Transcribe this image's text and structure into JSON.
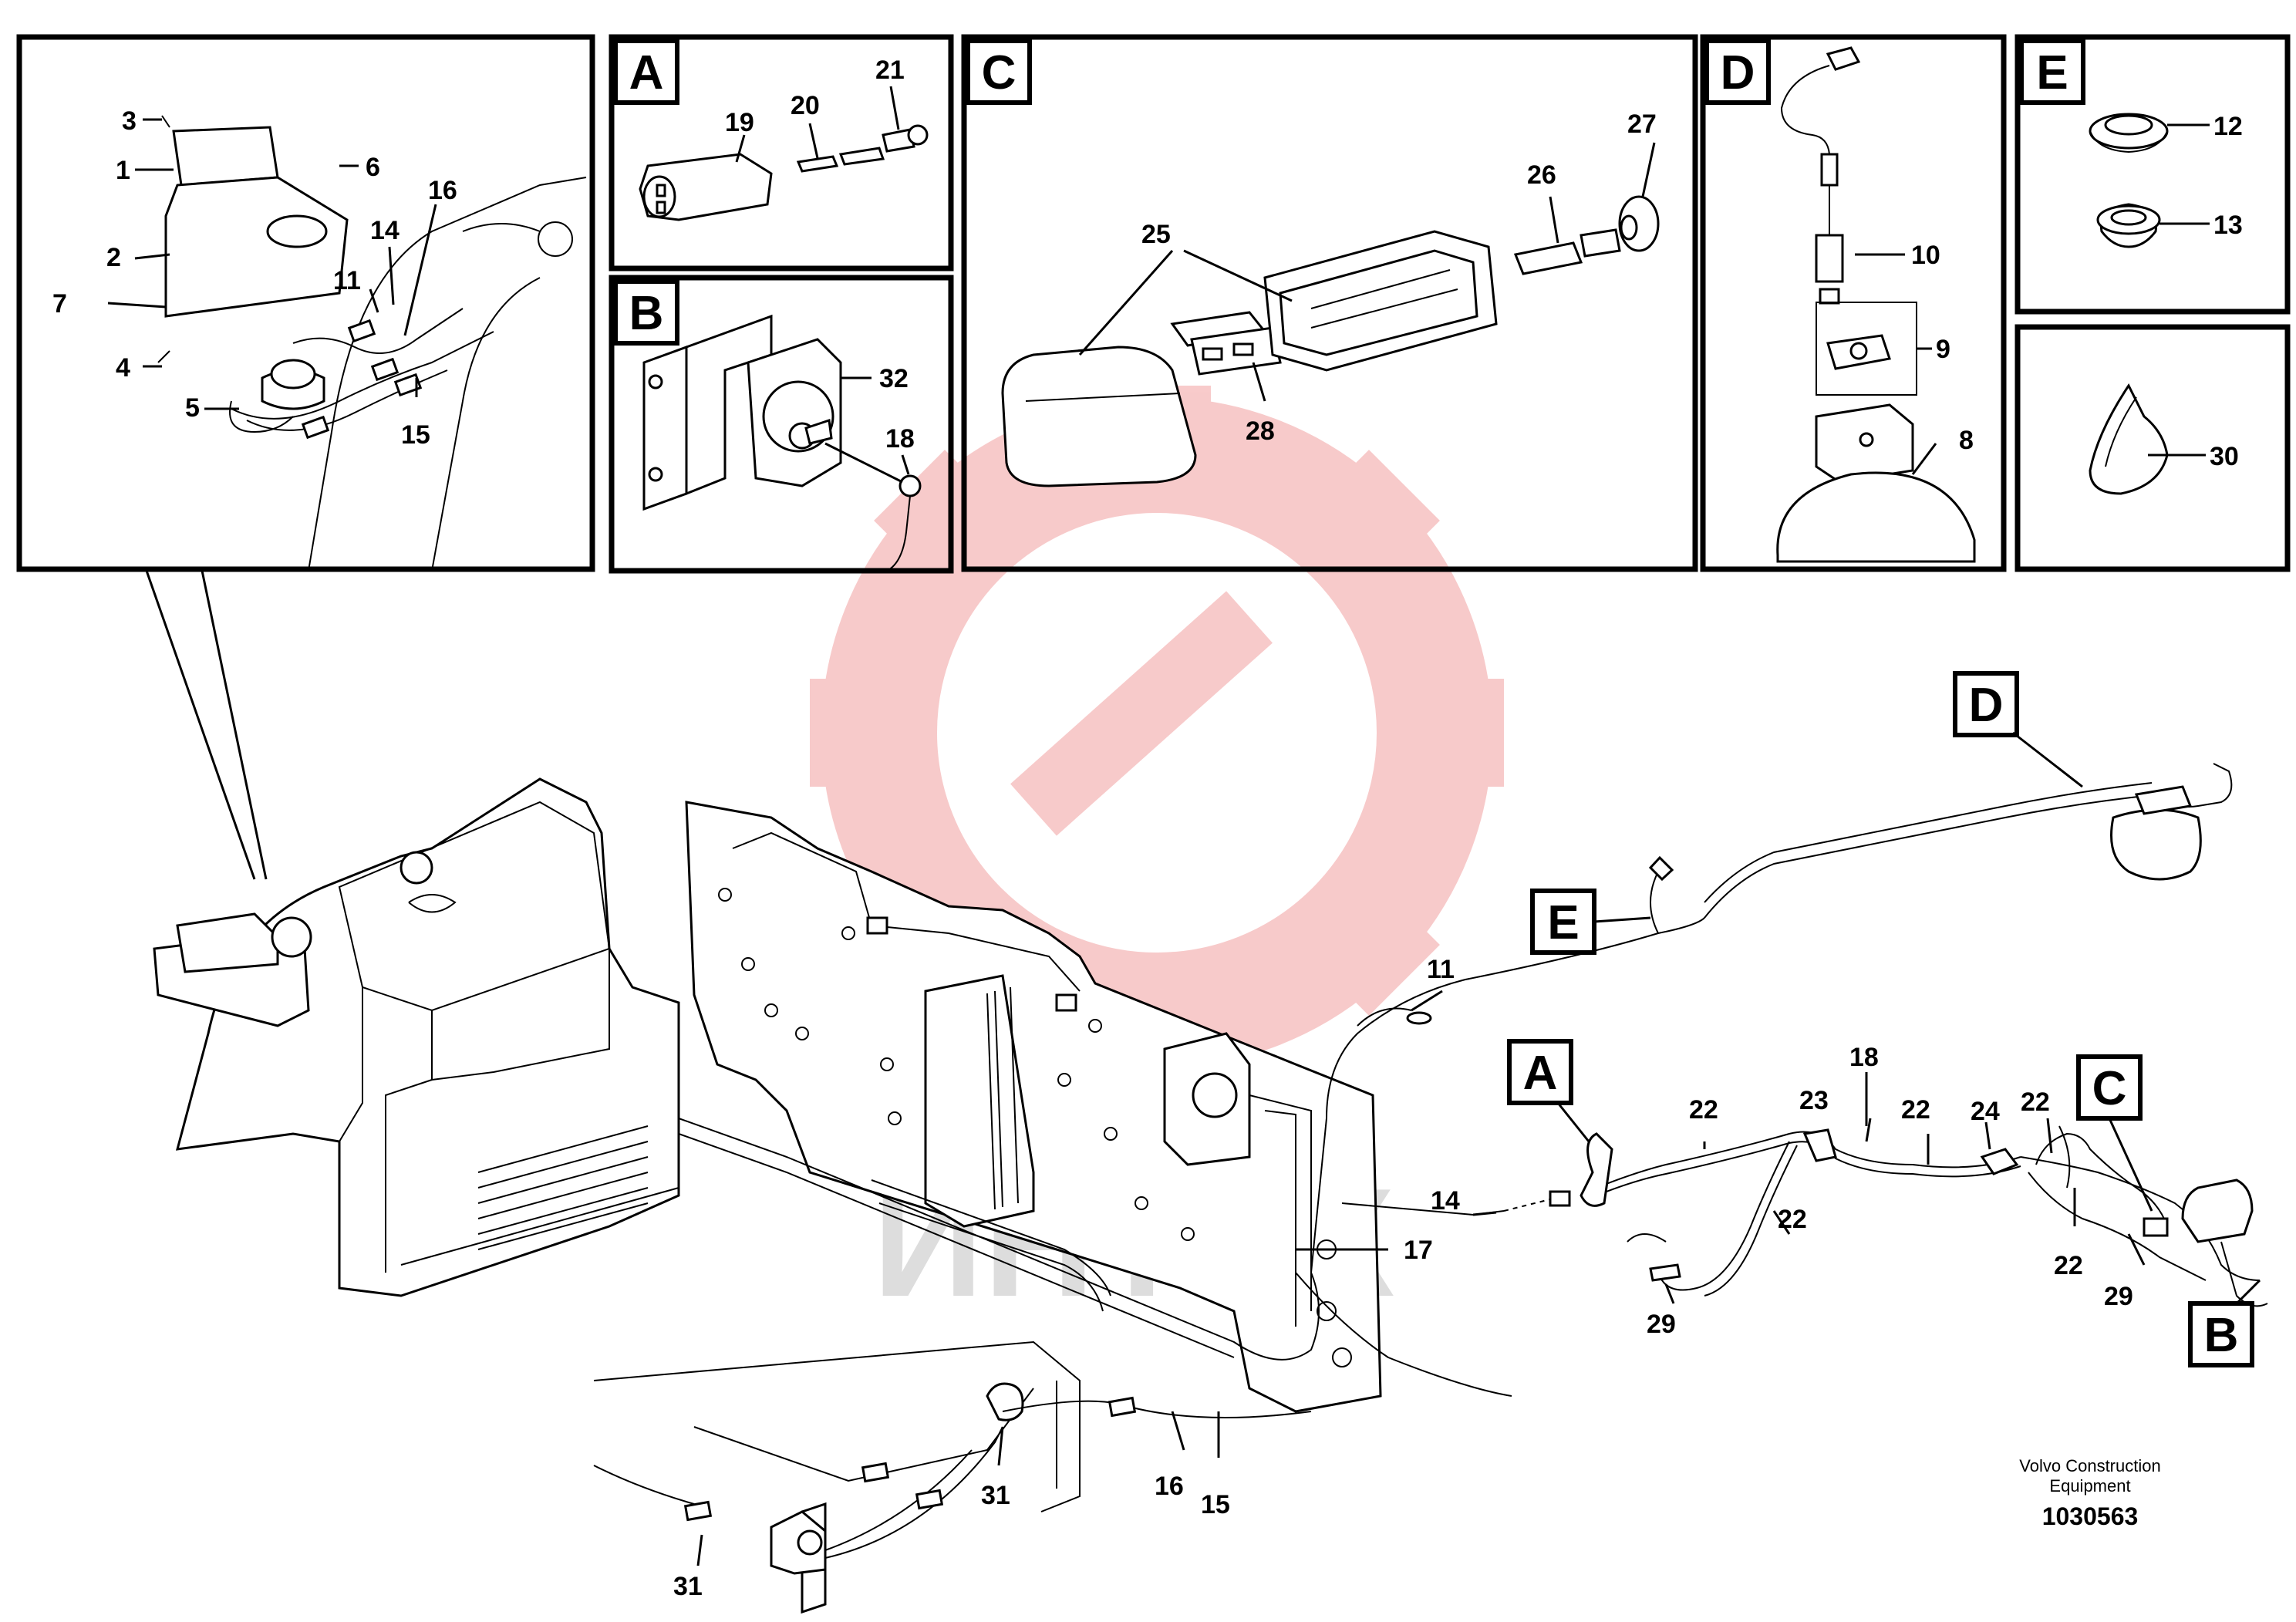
{
  "detail_tags": [
    "A",
    "B",
    "C",
    "D",
    "E"
  ],
  "callouts": {
    "p1": "1",
    "p2": "2",
    "p3": "3",
    "p4": "4",
    "p5": "5",
    "p6": "6",
    "p7": "7",
    "p8": "8",
    "p9": "9",
    "p10": "10",
    "p11": "11",
    "p12": "12",
    "p13": "13",
    "p14": "14",
    "p15": "15",
    "p16": "16",
    "p17": "17",
    "p18": "18",
    "p19": "19",
    "p20": "20",
    "p21": "21",
    "p22": "22",
    "p23": "23",
    "p24": "24",
    "p25": "25",
    "p26": "26",
    "p27": "27",
    "p28": "28",
    "p29": "29",
    "p30": "30",
    "p31": "31",
    "p32": "32"
  },
  "manufacturer": "Volvo Construction Equipment",
  "drawing_number": "1030563",
  "watermark_text": "ИНТЕХ",
  "colors": {
    "line": "#000000",
    "watermark": "#f2a0a0",
    "watermark_text": "#c8c8c8"
  }
}
